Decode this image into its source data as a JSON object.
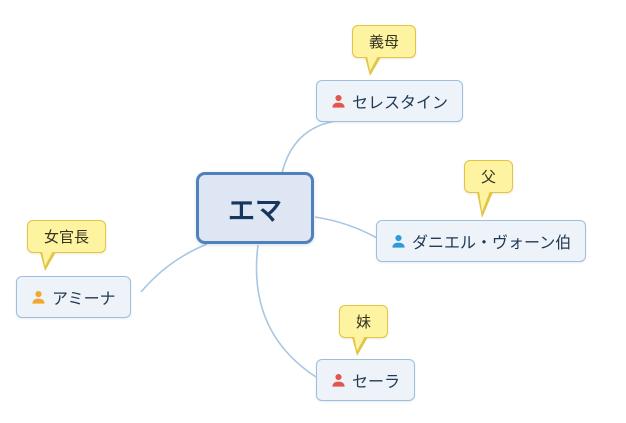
{
  "diagram": {
    "center": {
      "name": "エマ"
    },
    "nodes": [
      {
        "name": "セレスタイン",
        "relation": "義母",
        "icon_color": "#e2574c"
      },
      {
        "name": "ダニエル・ヴォーン伯",
        "relation": "父",
        "icon_color": "#2e9bd6"
      },
      {
        "name": "アミーナ",
        "relation": "女官長",
        "icon_color": "#f2a72e"
      },
      {
        "name": "セーラ",
        "relation": "妹",
        "icon_color": "#e2574c"
      }
    ]
  },
  "colors": {
    "node-fill": "#eef3fa",
    "node-border": "#9dbedd",
    "center-fill": "#dde6f2",
    "center-border": "#4f81bd",
    "label-fill": "#fdf3a1",
    "label-border": "#e3c445",
    "connector": "#a9c7e2",
    "node-text": "#203a54",
    "label-text": "#33331f"
  }
}
